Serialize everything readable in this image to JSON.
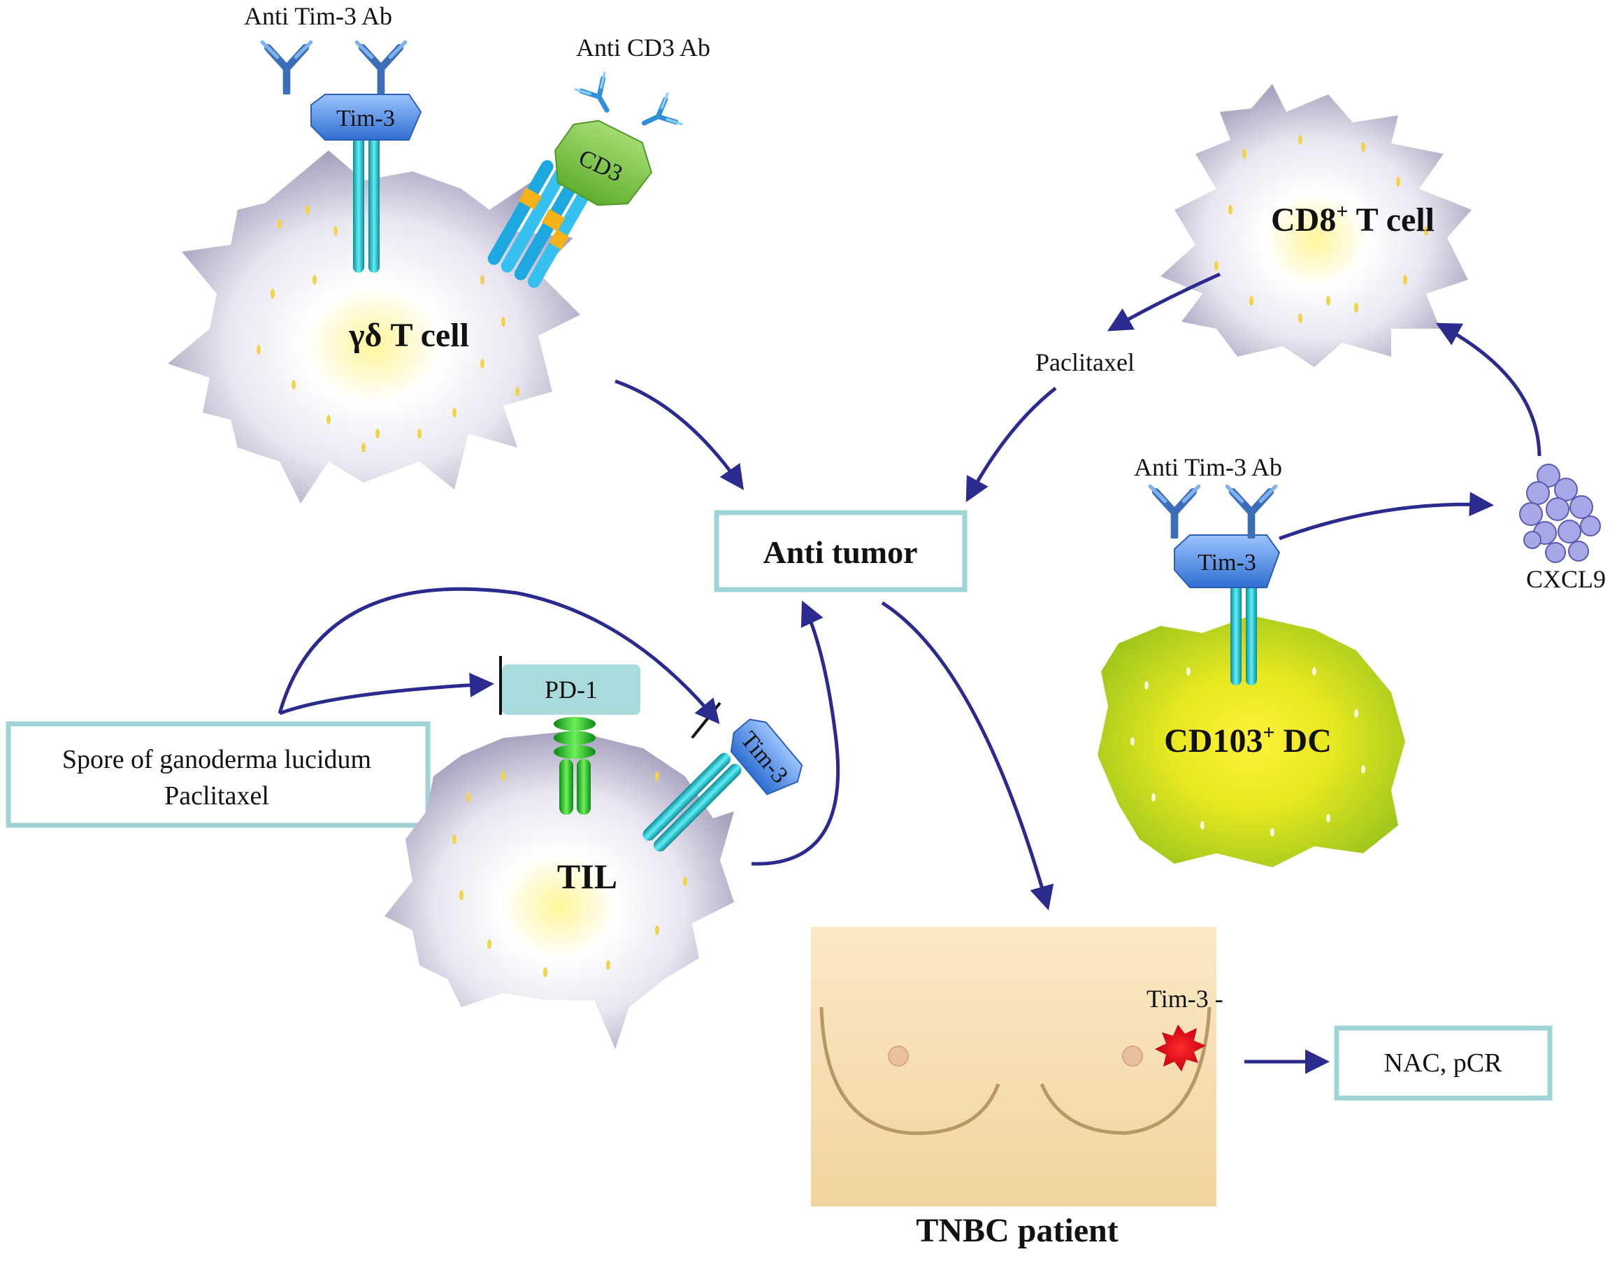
{
  "gd_cell": {
    "anti_tim3_label": "Anti Tim-3 Ab",
    "anti_cd3_label": "Anti CD3 Ab",
    "tim3_receptor": "Tim-3",
    "cd3_receptor": "CD3",
    "cell_label_greek": "γδ",
    "cell_label_rest": " T cell"
  },
  "cd8_cell": {
    "label_main": "CD8",
    "label_sup": "+",
    "label_rest": " T cell"
  },
  "paclitaxel_label": "Paclitaxel",
  "dc_cell": {
    "anti_tim3_label": "Anti Tim-3 Ab",
    "tim3_receptor": "Tim-3",
    "label_main": "CD103",
    "label_sup": "+",
    "label_rest": " DC"
  },
  "cxcl9_label": "CXCL9",
  "anti_tumor_box": "Anti tumor",
  "treatment_box": {
    "line1": "Spore of ganoderma lucidum",
    "line2": "Paclitaxel"
  },
  "til_cell": {
    "pd1_receptor": "PD-1",
    "tim3_receptor": "Tim-3",
    "cell_label": "TIL"
  },
  "patient": {
    "tim3_marker": "Tim-3 -",
    "caption": "TNBC patient"
  },
  "outcome_box": "NAC, pCR",
  "colors": {
    "arrow": "#2b2b8f",
    "box_border": "#9fd3d6",
    "cell_fill": "#dcd8e6",
    "cell_center": "#fff7b0",
    "dc_fill": "#c8d41a",
    "tim3_receptor": "#4a86e0",
    "cd3_receptor": "#7cc24a",
    "pd1_box": "#a9dadc",
    "stalk": "#1fc6d4",
    "cxcl9": "#9a9ae0",
    "tumor": "#e0121a"
  }
}
